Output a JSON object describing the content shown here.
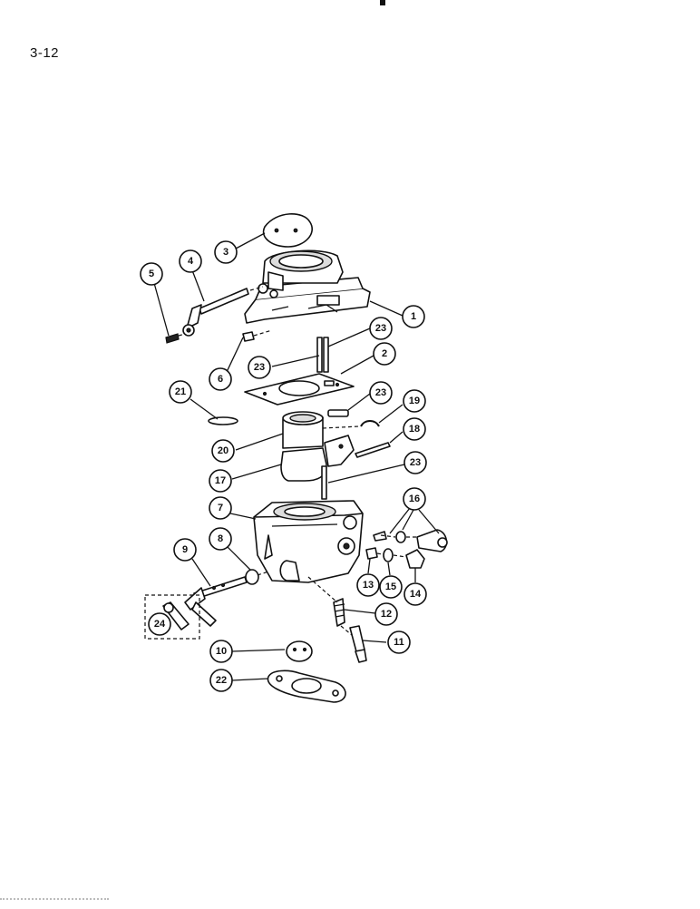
{
  "page": {
    "number": "3-12"
  },
  "callouts": [
    {
      "id": "c3",
      "label": "3"
    },
    {
      "id": "c4",
      "label": "4"
    },
    {
      "id": "c5",
      "label": "5"
    },
    {
      "id": "c1",
      "label": "1"
    },
    {
      "id": "c23a",
      "label": "23"
    },
    {
      "id": "c6",
      "label": "6"
    },
    {
      "id": "c23b",
      "label": "23"
    },
    {
      "id": "c2",
      "label": "2"
    },
    {
      "id": "c21",
      "label": "21"
    },
    {
      "id": "c23c",
      "label": "23"
    },
    {
      "id": "c19",
      "label": "19"
    },
    {
      "id": "c18",
      "label": "18"
    },
    {
      "id": "c20",
      "label": "20"
    },
    {
      "id": "c17",
      "label": "17"
    },
    {
      "id": "c23d",
      "label": "23"
    },
    {
      "id": "c16",
      "label": "16"
    },
    {
      "id": "c7",
      "label": "7"
    },
    {
      "id": "c9",
      "label": "9"
    },
    {
      "id": "c8",
      "label": "8"
    },
    {
      "id": "c13",
      "label": "13"
    },
    {
      "id": "c15",
      "label": "15"
    },
    {
      "id": "c14",
      "label": "14"
    },
    {
      "id": "c12",
      "label": "12"
    },
    {
      "id": "c24",
      "label": "24"
    },
    {
      "id": "c11",
      "label": "11"
    },
    {
      "id": "c10",
      "label": "10"
    },
    {
      "id": "c22",
      "label": "22"
    }
  ]
}
